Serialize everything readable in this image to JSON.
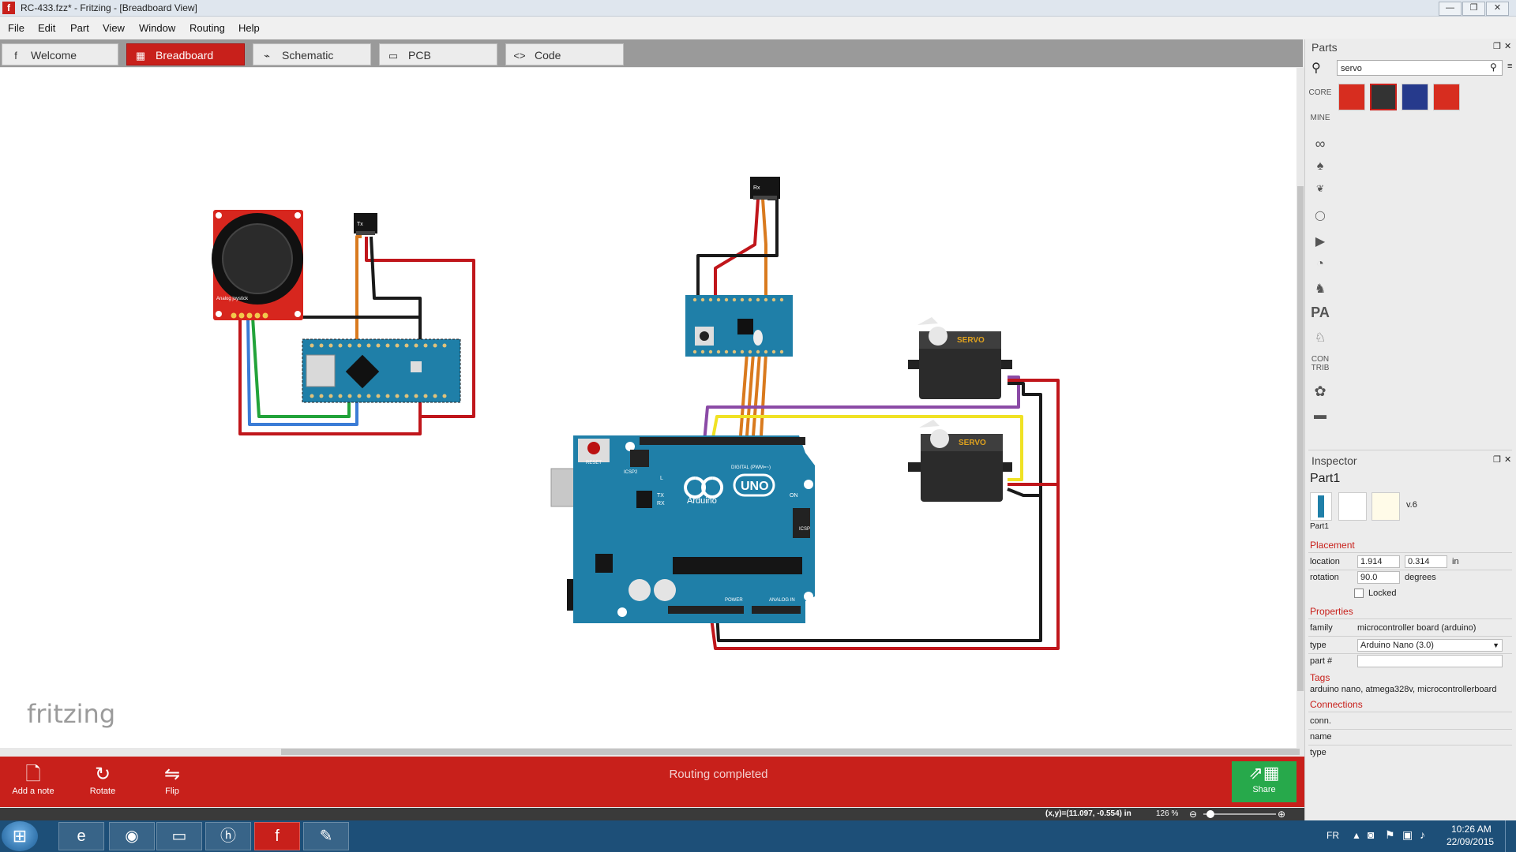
{
  "window": {
    "title": "RC-433.fzz* - Fritzing - [Breadboard View]",
    "app_icon": "f"
  },
  "menu": [
    "File",
    "Edit",
    "Part",
    "View",
    "Window",
    "Routing",
    "Help"
  ],
  "tabs": [
    {
      "label": "Welcome",
      "icon": "f"
    },
    {
      "label": "Breadboard",
      "icon": "▦"
    },
    {
      "label": "Schematic",
      "icon": "⌁"
    },
    {
      "label": "PCB",
      "icon": "▭"
    },
    {
      "label": "Code",
      "icon": "<>"
    }
  ],
  "canvas": {
    "watermark": "fritzing",
    "joystick_label": "Analog joystick",
    "tx_label": "Tx",
    "rx_label": "Rx",
    "servo_label": "SERVO",
    "uno_label": "UNO",
    "arduino_label": "Arduino",
    "reset_label": "RESET",
    "icsp2_label": "ICSP2",
    "icsp_label": "ICSP",
    "digital_label": "DIGITAL (PWM=~)",
    "power_label": "POWER",
    "analog_label": "ANALOG IN",
    "on_label": "ON",
    "tx_led": "TX",
    "rx_led": "RX",
    "l_led": "L"
  },
  "toolbar": {
    "add_note": "Add a note",
    "rotate": "Rotate",
    "flip": "Flip",
    "status": "Routing completed",
    "share": "Share"
  },
  "statusline": {
    "coords": "(x,y)=(11.097, -0.554) in",
    "zoom": "126 %"
  },
  "parts": {
    "title": "Parts",
    "search_value": "servo",
    "bins": [
      "CORE",
      "MINE",
      "CON TRIB"
    ]
  },
  "inspector": {
    "title": "Inspector",
    "part_title": "Part1",
    "version": "v.6",
    "thumb_caption": "Part1",
    "placement_label": "Placement",
    "location_label": "location",
    "location_x": "1.914",
    "location_y": "0.314",
    "location_unit": "in",
    "rotation_label": "rotation",
    "rotation_value": "90.0",
    "rotation_unit": "degrees",
    "locked_label": "Locked",
    "properties_label": "Properties",
    "family_label": "family",
    "family_value": "microcontroller board (arduino)",
    "type_label": "type",
    "type_value": "Arduino Nano (3.0)",
    "partnum_label": "part #",
    "tags_label": "Tags",
    "tags_value": "arduino nano, atmega328v, microcontrollerboard",
    "connections_label": "Connections",
    "conn_label": "conn.",
    "name_label": "name",
    "type2_label": "type"
  },
  "taskbar": {
    "lang": "FR",
    "time": "10:26 AM",
    "date": "22/09/2015"
  },
  "colors": {
    "accent": "#c8201b",
    "share": "#27a94b",
    "arduino": "#1f7fa8",
    "wire_red": "#c0161b",
    "wire_black": "#1a1a1a",
    "wire_orange": "#d97a1e",
    "wire_yellow": "#f0e224",
    "wire_purple": "#8b4aa6",
    "wire_green": "#22a33a",
    "wire_blue": "#3b7cd6"
  }
}
